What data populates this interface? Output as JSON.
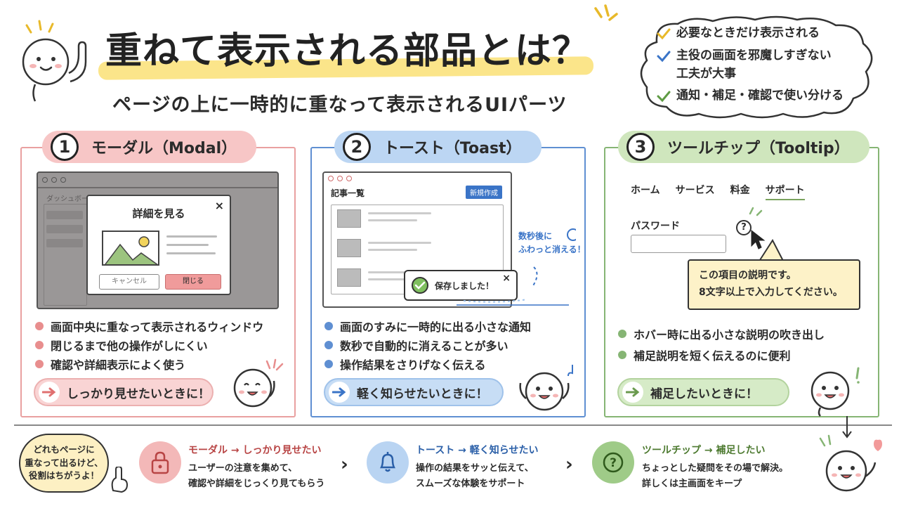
{
  "header": {
    "title": "重ねて表示される部品とは？",
    "subtitle": "ページの上に一時的に重なって表示されるUIパーツ"
  },
  "checklist": [
    "必要なときだけ表示される",
    "主役の画面を邪魔しすぎない",
    "工夫が大事",
    "通知・補足・確認で使い分ける"
  ],
  "cards": {
    "modal": {
      "number": "1",
      "title": "モーダル（Modal）",
      "color": "#e9a0a0",
      "bg_window_label": "ダッシュボード",
      "dialog_title": "詳細を見る",
      "dialog_close": "×",
      "cancel_label": "キャンセル",
      "close_label": "閉じる",
      "bullets": [
        "画面中央に重なって表示されるウィンドウ",
        "閉じるまで他の操作がしにくい",
        "確認や詳細表示によく使う"
      ],
      "pill": "しっかり見せたいときに！"
    },
    "toast": {
      "number": "2",
      "title": "トースト（Toast）",
      "color": "#5f8fd2",
      "window_title": "記事一覧",
      "new_button": "新規作成",
      "toast_text": "保存しました！",
      "toast_close": "×",
      "note_line1": "数秒後に",
      "note_line2": "ふわっと消える！",
      "bullets": [
        "画面のすみに一時的に出る小さな通知",
        "数秒で自動的に消えることが多い",
        "操作結果をさりげなく伝える"
      ],
      "pill": "軽く知らせたいときに！"
    },
    "tip": {
      "number": "3",
      "title": "ツールチップ（Tooltip）",
      "color": "#86b574",
      "nav": [
        "ホーム",
        "サービス",
        "料金",
        "サポート"
      ],
      "password_label": "パスワード",
      "help_icon": "?",
      "tooltip_line1": "この項目の説明です。",
      "tooltip_line2": "8文字以上で入力してください。",
      "bullets": [
        "ホバー時に出る小さな説明の吹き出し",
        "補足説明を短く伝えるのに便利"
      ],
      "pill": "補足したいときに！"
    }
  },
  "summary": {
    "bubble_line1": "どれもページに",
    "bubble_line2": "重なって出るけど、",
    "bubble_line3": "役割はちがうよ！",
    "items": [
      {
        "heading": "モーダル → しっかり見せたい",
        "line1": "ユーザーの注意を集めて、",
        "line2": "確認や詳細をじっくり見てもらう"
      },
      {
        "heading": "トースト → 軽く知らせたい",
        "line1": "操作の結果をサッと伝えて、",
        "line2": "スムーズな体験をサポート"
      },
      {
        "heading": "ツールチップ → 補足したい",
        "line1": "ちょっとした疑問をその場で解決。",
        "line2": "詳しくは主画面をキープ"
      }
    ],
    "help_glyph": "?"
  }
}
